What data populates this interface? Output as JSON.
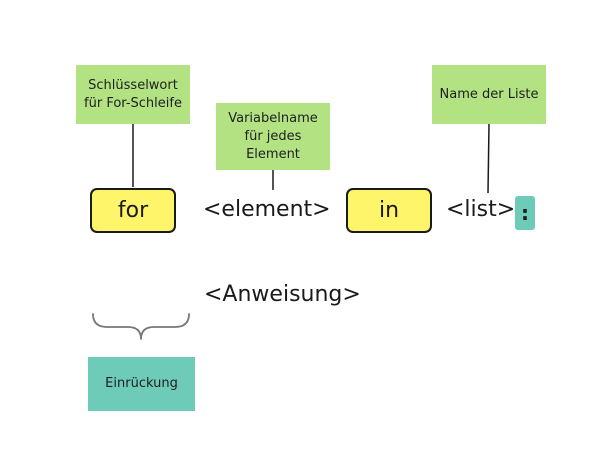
{
  "notes": {
    "keyword": "Schlüsselwort\nfür For-Schleife",
    "variable": "Variabelname\nfür jedes\nElement",
    "list_name": "Name der Liste",
    "indent": "Einrückung"
  },
  "code": {
    "for": "for",
    "element": "<element>",
    "in": "in",
    "list": "<list>",
    "colon": ":",
    "statement": "<Anweisung>"
  },
  "colors": {
    "note_green": "#b3e282",
    "teal": "#6ecbb8",
    "keyword_yellow": "#fff56b"
  }
}
